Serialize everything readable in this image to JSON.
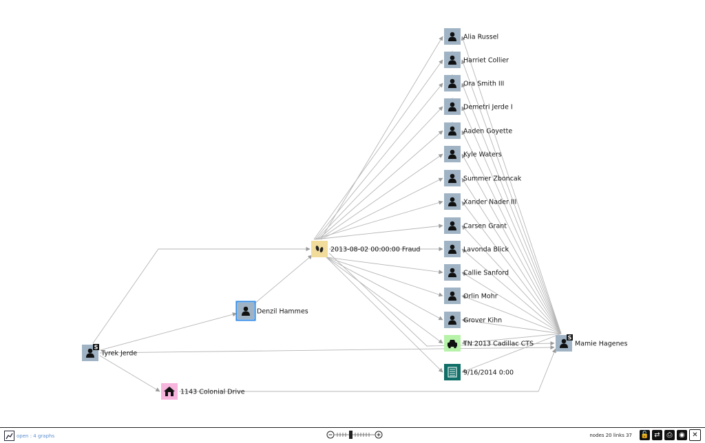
{
  "graph": {
    "nodes": [
      {
        "id": "alia",
        "label": "Alia Russel",
        "type": "person"
      },
      {
        "id": "harriet",
        "label": "Harriet Collier",
        "type": "person"
      },
      {
        "id": "ora",
        "label": "Ora Smith III",
        "type": "person"
      },
      {
        "id": "demetri",
        "label": "Demetri Jerde I",
        "type": "person"
      },
      {
        "id": "aaden",
        "label": "Aaden Goyette",
        "type": "person"
      },
      {
        "id": "kyle",
        "label": "Kyle Waters",
        "type": "person"
      },
      {
        "id": "summer",
        "label": "Summer Zboncak",
        "type": "person"
      },
      {
        "id": "xander",
        "label": "Xander Nader III",
        "type": "person"
      },
      {
        "id": "carsen",
        "label": "Carsen Grant",
        "type": "person"
      },
      {
        "id": "lavonda",
        "label": "Lavonda Blick",
        "type": "person"
      },
      {
        "id": "callie",
        "label": "Callie Sanford",
        "type": "person"
      },
      {
        "id": "orlin",
        "label": "Orlin Mohr",
        "type": "person"
      },
      {
        "id": "grover",
        "label": "Grover Kihn",
        "type": "person"
      },
      {
        "id": "car",
        "label": "TN 2013 Cadillac CTS",
        "type": "vehicle"
      },
      {
        "id": "date",
        "label": "9/16/2014 0:00",
        "type": "document"
      },
      {
        "id": "fraud",
        "label": "2013-08-02 00:00:00 Fraud",
        "type": "event"
      },
      {
        "id": "denzil",
        "label": "Denzil Hammes",
        "type": "person",
        "selected": true
      },
      {
        "id": "tyrek",
        "label": "Tyrek Jerde",
        "type": "person",
        "badge": "S"
      },
      {
        "id": "address",
        "label": "1143 Colonial Drive",
        "type": "address"
      },
      {
        "id": "mamie",
        "label": "Mamie Hagenes",
        "type": "person",
        "badge": "S"
      }
    ],
    "links": [
      [
        "tyrek",
        "fraud"
      ],
      [
        "tyrek",
        "denzil"
      ],
      [
        "tyrek",
        "address"
      ],
      [
        "tyrek",
        "mamie"
      ],
      [
        "denzil",
        "fraud"
      ],
      [
        "fraud",
        "alia"
      ],
      [
        "fraud",
        "harriet"
      ],
      [
        "fraud",
        "ora"
      ],
      [
        "fraud",
        "demetri"
      ],
      [
        "fraud",
        "aaden"
      ],
      [
        "fraud",
        "kyle"
      ],
      [
        "fraud",
        "summer"
      ],
      [
        "fraud",
        "xander"
      ],
      [
        "fraud",
        "carsen"
      ],
      [
        "fraud",
        "lavonda"
      ],
      [
        "fraud",
        "callie"
      ],
      [
        "fraud",
        "orlin"
      ],
      [
        "fraud",
        "grover"
      ],
      [
        "fraud",
        "car"
      ],
      [
        "fraud",
        "date"
      ],
      [
        "mamie",
        "alia"
      ],
      [
        "mamie",
        "harriet"
      ],
      [
        "mamie",
        "ora"
      ],
      [
        "mamie",
        "demetri"
      ],
      [
        "mamie",
        "aaden"
      ],
      [
        "mamie",
        "kyle"
      ],
      [
        "mamie",
        "summer"
      ],
      [
        "mamie",
        "xander"
      ],
      [
        "mamie",
        "carsen"
      ],
      [
        "mamie",
        "lavonda"
      ],
      [
        "mamie",
        "callie"
      ],
      [
        "mamie",
        "orlin"
      ],
      [
        "mamie",
        "grover"
      ],
      [
        "mamie",
        "car"
      ],
      [
        "mamie",
        "date"
      ],
      [
        "address",
        "mamie"
      ],
      [
        "fraud",
        "mamie"
      ]
    ]
  },
  "colors": {
    "person": "#9fb3c4",
    "event": "#f2dc9c",
    "vehicle": "#b6f2a8",
    "document": "#0f6e68",
    "address": "#f7b5dd",
    "selected_border": "#3a8ee6",
    "edge": "#b5b5b5",
    "arrow": "#9a9a9a"
  },
  "footer": {
    "open_text": "open : 4 graphs",
    "stats_text": "nodes 20 links 37",
    "tools": [
      {
        "name": "lock-icon",
        "glyph": "🔓"
      },
      {
        "name": "swap-icon",
        "glyph": "⇄"
      },
      {
        "name": "print-icon",
        "glyph": "⎙"
      },
      {
        "name": "camera-icon",
        "glyph": "◉"
      },
      {
        "name": "close-icon",
        "glyph": "✕"
      }
    ]
  }
}
